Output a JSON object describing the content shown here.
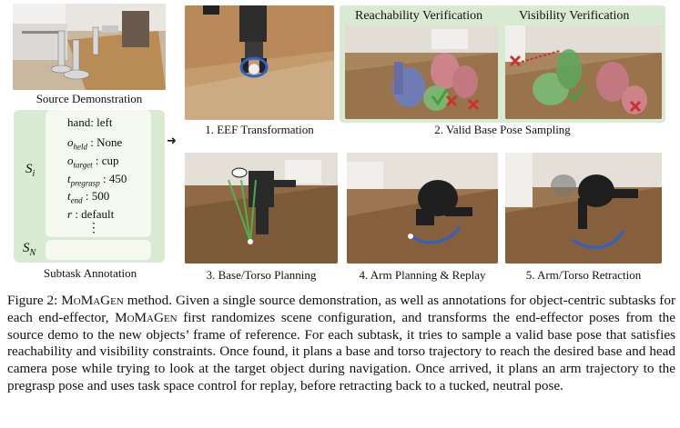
{
  "source_demo": {
    "label": "Source Demonstration"
  },
  "annotation": {
    "label": "Subtask Annotation",
    "si_label": "S",
    "si_sub": "i",
    "sn_label": "S",
    "sn_sub": "N",
    "ellipsis": "⋮",
    "attrs": [
      {
        "name": "hand",
        "sub": "",
        "italic": false,
        "value": ": left"
      },
      {
        "name": "o",
        "sub": "held",
        "italic": true,
        "value": ": None"
      },
      {
        "name": "o",
        "sub": "target",
        "italic": true,
        "value": ": cup"
      },
      {
        "name": "t",
        "sub": "pregrasp",
        "italic": true,
        "value": ": 450"
      },
      {
        "name": "t",
        "sub": "end",
        "italic": true,
        "value": ": 500"
      },
      {
        "name": "r",
        "sub": "",
        "italic": true,
        "value": ": default"
      }
    ]
  },
  "panels": {
    "eef": "1. EEF Transformation",
    "base_pose": "2. Valid Base Pose Sampling",
    "base_torso": "3. Base/Torso Planning",
    "arm_plan": "4. Arm Planning & Replay",
    "retract": "5. Arm/Torso Retraction",
    "reach_title": "Reachability Verification",
    "vis_title": "Visibility Verification"
  },
  "arrow": "➜",
  "caption": {
    "fig": "Figure 2: ",
    "name": "MoMaGen",
    "part1": " method. Given a single source demonstration, as well as annotations for object-centric subtasks for each end-effector, ",
    "name2": "MoMaGen",
    "part2": " first randomizes scene configuration, and transforms the end-effector poses from the source demo to the new objects’ frame of reference. For each subtask, it tries to sample a valid base pose that satisfies reachability and visibility constraints. Once found, it plans a base and torso trajectory to reach the desired base and head camera pose while trying to look at the target object during navigation. Once arrived, it plans an arm trajectory to the pregrasp pose and uses task space control for replay, before retracting back to a tucked, neutral pose."
  }
}
